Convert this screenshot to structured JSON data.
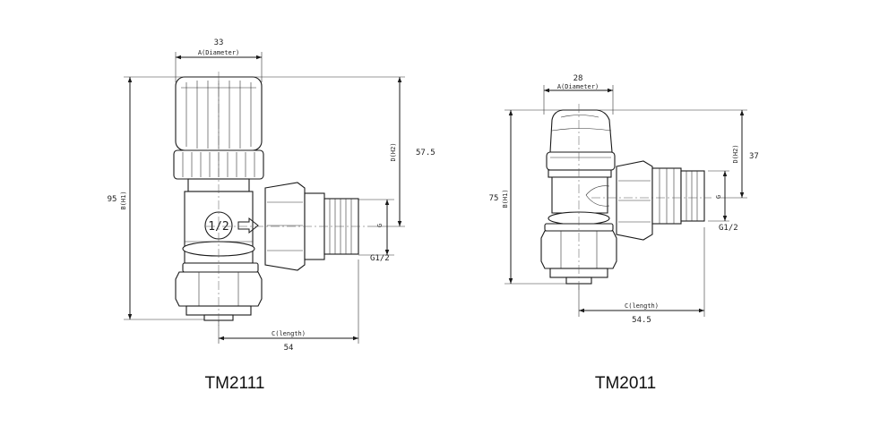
{
  "valves": [
    {
      "model": "TM2111",
      "dims": {
        "a_value": "33",
        "a_label": "A(Diameter)",
        "b_value": "95",
        "b_label": "B(H1)",
        "c_value": "54",
        "c_label": "C(length)",
        "d_value": "57.5",
        "d_label": "D(H2)",
        "g_label": "G",
        "g_thread": "G1/2"
      },
      "port_label": "1/2"
    },
    {
      "model": "TM2011",
      "dims": {
        "a_value": "28",
        "a_label": "A(Diameter)",
        "b_value": "75",
        "b_label": "B(H1)",
        "c_value": "54.5",
        "c_label": "C(length)",
        "d_value": "37",
        "d_label": "D(H2)",
        "g_label": "G",
        "g_thread": "G1/2"
      }
    }
  ]
}
